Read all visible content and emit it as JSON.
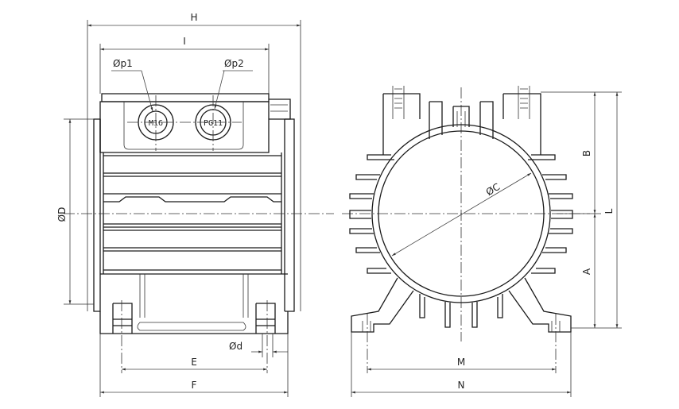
{
  "labels": {
    "H": "H",
    "I": "I",
    "p1": "Øp1",
    "p2": "Øp2",
    "D": "ØD",
    "E": "E",
    "F": "F",
    "d": "Ød",
    "C": "ØC",
    "M": "M",
    "N": "N",
    "A": "A",
    "B": "B",
    "L": "L"
  },
  "connectors": {
    "left": "M16",
    "right": "PG11"
  }
}
